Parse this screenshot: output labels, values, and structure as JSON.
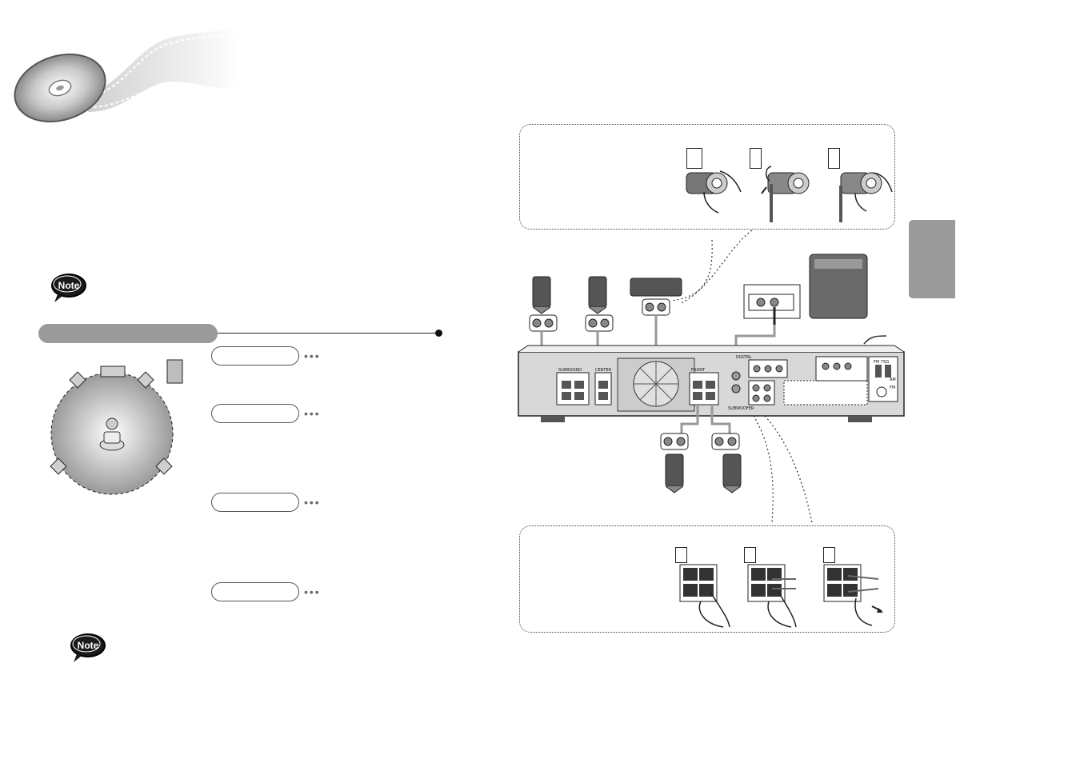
{
  "notes": {
    "note_label": "Note"
  },
  "speaker_terminal_steps": {
    "top": [
      "",
      "",
      ""
    ],
    "bottom": [
      "",
      "",
      ""
    ]
  },
  "rear_panel": {
    "labels": [
      "SURROUND",
      "CENTER",
      "FRONT",
      "SUBWOOFER",
      "DIGITAL",
      "AM",
      "FM",
      "FM 75Ω"
    ]
  },
  "colors": {
    "accent_bar": "#9a9a9a",
    "panel_gray": "#cfcfcf",
    "dark": "#333333"
  }
}
